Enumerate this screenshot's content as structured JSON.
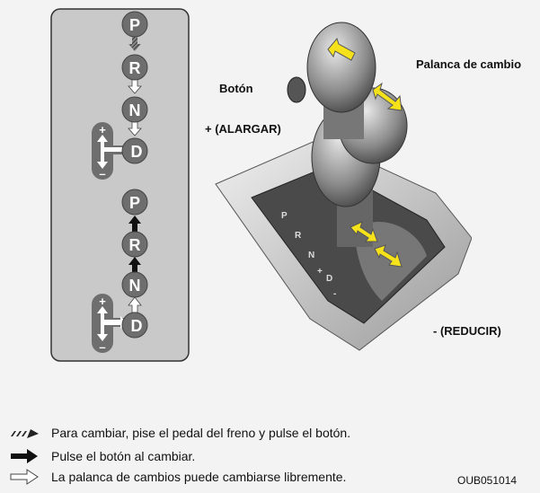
{
  "shift_pattern": {
    "upper_sequence": [
      "P",
      "R",
      "N",
      "D"
    ],
    "lower_sequence": [
      "P",
      "R",
      "N",
      "D"
    ],
    "manual_plus": "+",
    "manual_minus": "–"
  },
  "labels": {
    "lever": "Palanca de cambio",
    "button": "Botón",
    "upshift": "+ (ALARGAR)",
    "downshift": "- (REDUCIR)",
    "gate": [
      "P",
      "R",
      "N",
      "+",
      "D",
      "-"
    ]
  },
  "legend": [
    {
      "icon": "hatched-arrow-icon",
      "text": "Para cambiar, pise el pedal del freno y pulse el botón."
    },
    {
      "icon": "black-arrow-icon",
      "text": "Pulse el botón al cambiar."
    },
    {
      "icon": "outline-arrow-icon",
      "text": "La palanca de cambios puede cambiarse libremente."
    }
  ],
  "figure_code": "OUB051014",
  "colors": {
    "panel": "#c9c9c9",
    "knob": "#6e6e6e",
    "arrow_yellow": "#f5e21a"
  }
}
